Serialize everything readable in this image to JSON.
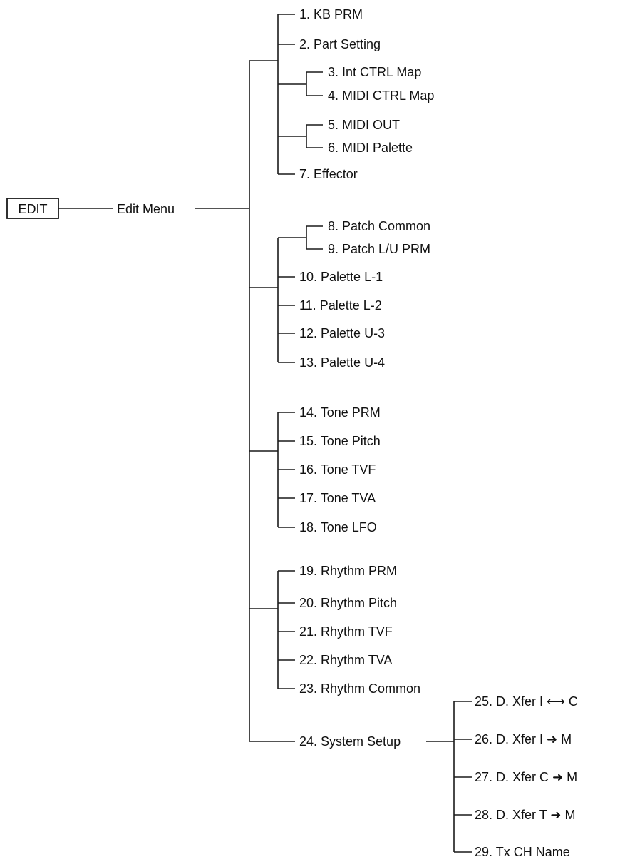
{
  "root": {
    "label": "EDIT"
  },
  "edit_menu": {
    "label": "Edit Menu"
  },
  "groups": [
    {
      "items": [
        {
          "label": "1. KB PRM"
        },
        {
          "label": "2. Part Setting"
        },
        {
          "children": [
            {
              "label": "3. Int CTRL Map"
            },
            {
              "label": "4. MIDI CTRL Map"
            }
          ]
        },
        {
          "children": [
            {
              "label": "5. MIDI OUT"
            },
            {
              "label": "6. MIDI Palette"
            }
          ]
        },
        {
          "label": "7. Effector"
        }
      ]
    },
    {
      "items": [
        {
          "children": [
            {
              "label": "8. Patch Common"
            },
            {
              "label": "9. Patch L/U PRM"
            }
          ]
        },
        {
          "label": "10. Palette L-1"
        },
        {
          "label": "11. Palette L-2"
        },
        {
          "label": "12. Palette U-3"
        },
        {
          "label": "13. Palette U-4"
        }
      ]
    },
    {
      "items": [
        {
          "label": "14. Tone PRM"
        },
        {
          "label": "15. Tone Pitch"
        },
        {
          "label": "16. Tone TVF"
        },
        {
          "label": "17. Tone TVA"
        },
        {
          "label": "18. Tone LFO"
        }
      ]
    },
    {
      "items": [
        {
          "label": "19. Rhythm PRM"
        },
        {
          "label": "20. Rhythm Pitch"
        },
        {
          "label": "21. Rhythm TVF"
        },
        {
          "label": "22. Rhythm TVA"
        },
        {
          "label": "23. Rhythm Common"
        }
      ]
    }
  ],
  "system_setup": {
    "label": "24. System Setup",
    "children": [
      {
        "label": "25. D. Xfer I ⟷ C"
      },
      {
        "label": "26. D. Xfer I ➜ M"
      },
      {
        "label": "27. D. Xfer C ➜ M"
      },
      {
        "label": "28. D. Xfer T ➜ M"
      },
      {
        "label": "29. Tx CH Name"
      }
    ]
  }
}
